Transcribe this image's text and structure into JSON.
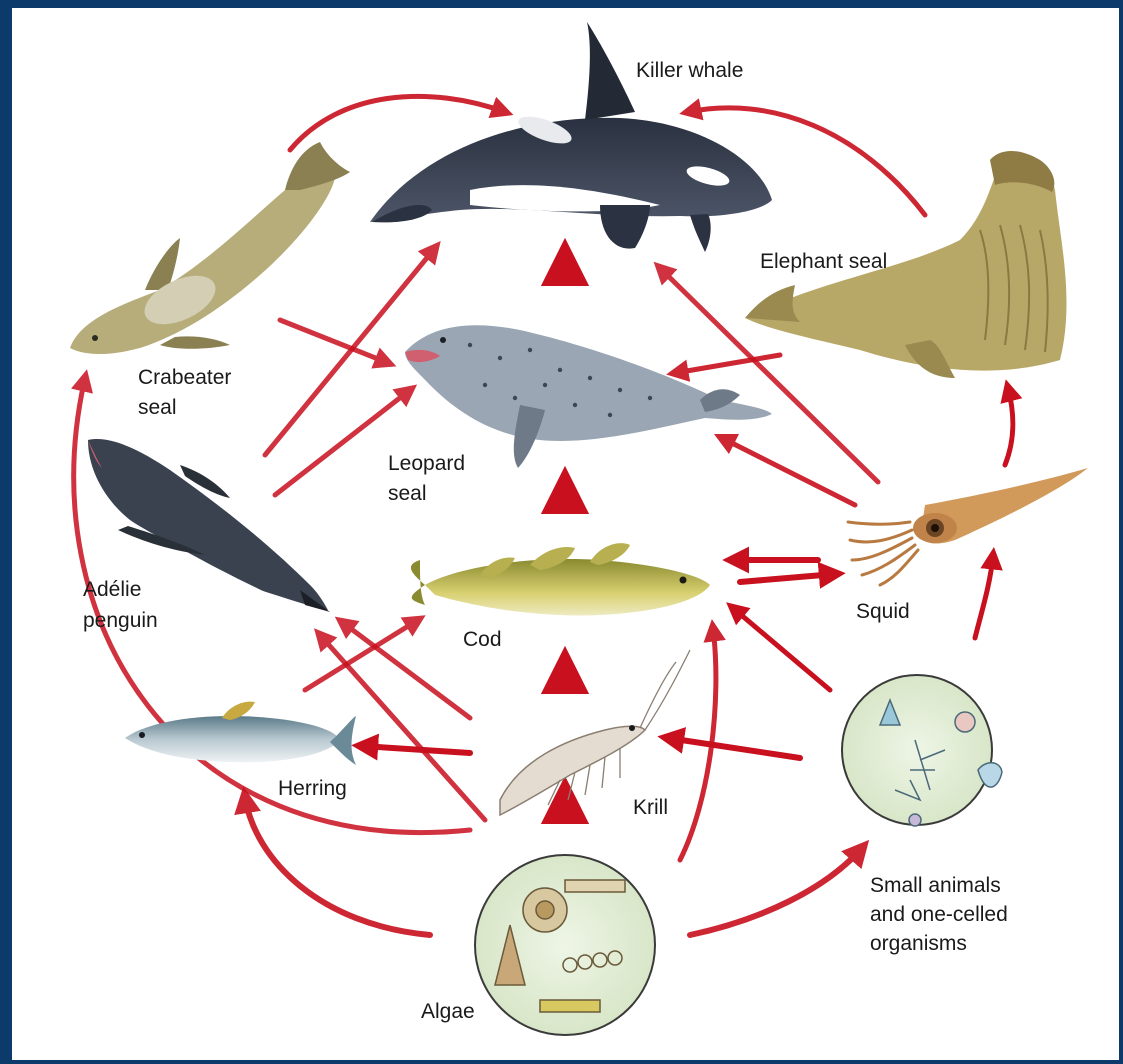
{
  "diagram": {
    "labels": {
      "killer_whale": "Killer whale",
      "elephant_seal": "Elephant seal",
      "crabeater_seal": [
        "Crabeater",
        "seal"
      ],
      "leopard_seal": [
        "Leopard",
        "seal"
      ],
      "adelie_penguin": [
        "Adélie",
        "penguin"
      ],
      "cod": "Cod",
      "squid": "Squid",
      "herring": "Herring",
      "krill": "Krill",
      "algae": "Algae",
      "small_animals": [
        "Small animals",
        "and one-celled",
        "organisms"
      ]
    },
    "colors": {
      "frame": "#0b3a6b",
      "arrow": "#c8101e",
      "arrow_fade": "#f2c8a8",
      "plankton_bg": "#e6f0da"
    },
    "nodes": [
      "Killer whale",
      "Elephant seal",
      "Crabeater seal",
      "Leopard seal",
      "Adélie penguin",
      "Cod",
      "Squid",
      "Herring",
      "Krill",
      "Algae",
      "Small animals and one-celled organisms"
    ],
    "links": [
      {
        "from": "Algae",
        "to": "Krill"
      },
      {
        "from": "Krill",
        "to": "Cod"
      },
      {
        "from": "Cod",
        "to": "Leopard seal"
      },
      {
        "from": "Leopard seal",
        "to": "Killer whale"
      },
      {
        "from": "Algae",
        "to": "Herring"
      },
      {
        "from": "Algae",
        "to": "Small animals and one-celled organisms"
      },
      {
        "from": "Algae",
        "to": "Cod"
      },
      {
        "from": "Krill",
        "to": "Herring"
      },
      {
        "from": "Krill",
        "to": "Adélie penguin"
      },
      {
        "from": "Krill",
        "to": "Crabeater seal"
      },
      {
        "from": "Herring",
        "to": "Cod"
      },
      {
        "from": "Herring",
        "to": "Adélie penguin"
      },
      {
        "from": "Small animals and one-celled organisms",
        "to": "Krill"
      },
      {
        "from": "Small animals and one-celled organisms",
        "to": "Cod"
      },
      {
        "from": "Small animals and one-celled organisms",
        "to": "Squid"
      },
      {
        "from": "Cod",
        "to": "Squid"
      },
      {
        "from": "Squid",
        "to": "Cod"
      },
      {
        "from": "Squid",
        "to": "Leopard seal"
      },
      {
        "from": "Squid",
        "to": "Elephant seal"
      },
      {
        "from": "Squid",
        "to": "Killer whale"
      },
      {
        "from": "Adélie penguin",
        "to": "Leopard seal"
      },
      {
        "from": "Adélie penguin",
        "to": "Killer whale"
      },
      {
        "from": "Crabeater seal",
        "to": "Leopard seal"
      },
      {
        "from": "Crabeater seal",
        "to": "Killer whale"
      },
      {
        "from": "Elephant seal",
        "to": "Leopard seal"
      },
      {
        "from": "Elephant seal",
        "to": "Killer whale"
      }
    ]
  }
}
